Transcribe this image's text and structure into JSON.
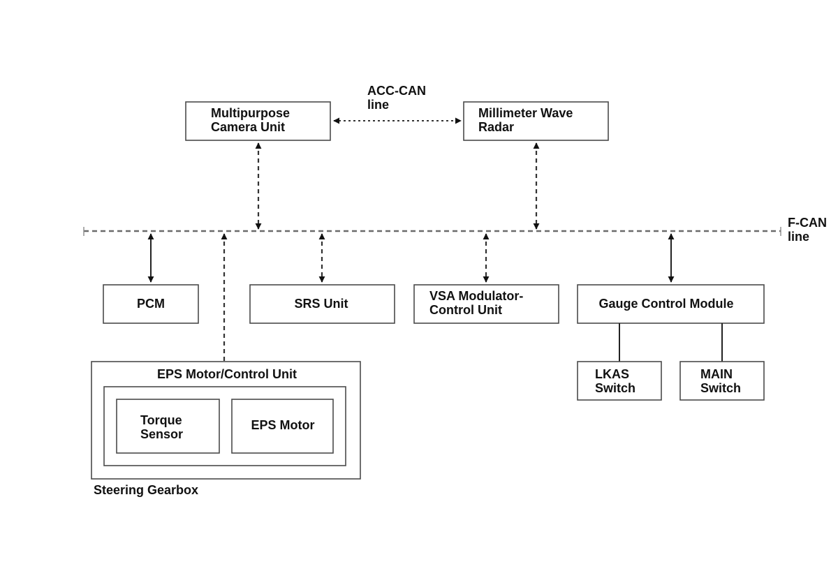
{
  "labels": {
    "acc_can_line_1": "ACC-CAN",
    "acc_can_line_2": "line",
    "f_can_line_1": "F-CAN",
    "f_can_line_2": "line",
    "camera_1": "Multipurpose",
    "camera_2": "Camera Unit",
    "radar_1": "Millimeter Wave",
    "radar_2": "Radar",
    "pcm": "PCM",
    "srs": "SRS Unit",
    "vsa_1": "VSA Modulator-",
    "vsa_2": "Control Unit",
    "gauge": "Gauge Control Module",
    "eps_unit": "EPS Motor/Control Unit",
    "torque_1": "Torque",
    "torque_2": "Sensor",
    "eps_motor": "EPS Motor",
    "lkas_1": "LKAS",
    "lkas_2": "Switch",
    "main_1": "MAIN",
    "main_2": "Switch",
    "steering_gearbox": "Steering Gearbox"
  }
}
